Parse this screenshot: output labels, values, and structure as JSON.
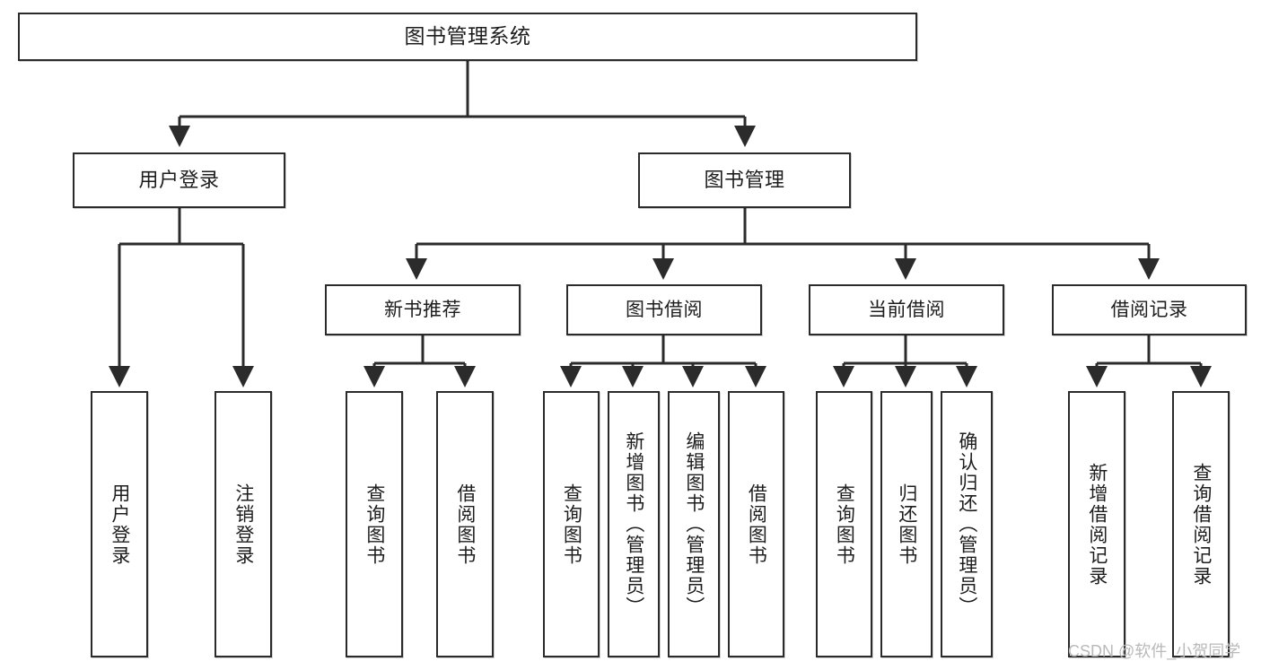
{
  "diagram": {
    "title": "图书管理系统",
    "type": "functional-structure-tree",
    "stroke_color": "#2b2b2b",
    "fill_color": "#ffffff",
    "text_color": "#1d1d1d"
  },
  "watermark": {
    "text": "CSDN @软件_小贺同学",
    "color": "#b9b9b9"
  },
  "nodes": {
    "root": {
      "label": "图书管理系统"
    },
    "level2": [
      {
        "label": "用户登录"
      },
      {
        "label": "图书管理"
      }
    ],
    "level3": [
      {
        "label": "新书推荐"
      },
      {
        "label": "图书借阅"
      },
      {
        "label": "当前借阅"
      },
      {
        "label": "借阅记录"
      }
    ],
    "leaves": {
      "user_login": [
        {
          "label": "用户登录"
        },
        {
          "label": "注销登录"
        }
      ],
      "new_book_recommend": [
        {
          "label": "查询图书"
        },
        {
          "label": "借阅图书"
        }
      ],
      "book_borrow": [
        {
          "label": "查询图书"
        },
        {
          "label": "新增图书（管理员）"
        },
        {
          "label": "编辑图书（管理员）"
        },
        {
          "label": "借阅图书"
        }
      ],
      "current_borrow": [
        {
          "label": "查询图书"
        },
        {
          "label": "归还图书"
        },
        {
          "label": "确认归还（管理员）"
        }
      ],
      "borrow_record": [
        {
          "label": "新增借阅记录"
        },
        {
          "label": "查询借阅记录"
        }
      ]
    }
  }
}
